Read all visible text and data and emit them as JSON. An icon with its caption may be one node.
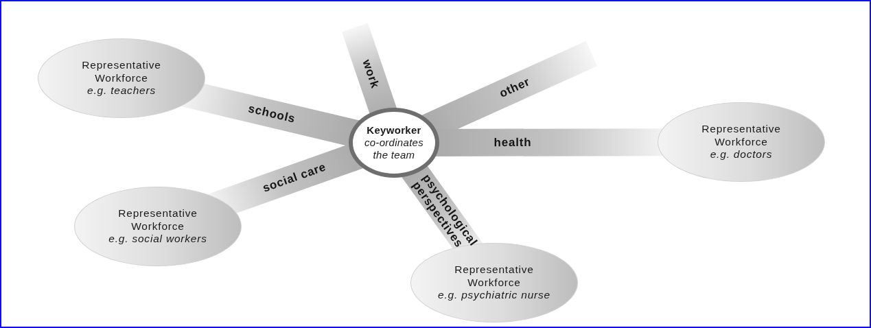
{
  "diagram": {
    "nodes": [
      {
        "text": [
          "Representative Workforce",
          "e.g. teachers"
        ]
      },
      {
        "text": [
          "Keyworker",
          "co-ordinates the team"
        ]
      },
      {
        "text": [
          "Representative Workforce",
          "e.g. doctors"
        ]
      },
      {
        "text": [
          "Representative Workforce",
          "e.g. social workers"
        ]
      },
      {
        "text": [
          "Representative Workforce",
          "e.g. psychiatric nurse"
        ]
      }
    ],
    "edges": [
      {
        "from": 1,
        "to": 0,
        "arrow": "none",
        "label": "schools"
      },
      {
        "from": 1,
        "to": null,
        "arrow": "none",
        "label": "work"
      },
      {
        "from": 1,
        "to": null,
        "arrow": "none",
        "label": "other"
      },
      {
        "from": 1,
        "to": 2,
        "arrow": "none",
        "label": "health"
      },
      {
        "from": 1,
        "to": 3,
        "arrow": "none",
        "label": "social care"
      },
      {
        "from": 1,
        "to": 4,
        "arrow": "none",
        "label": "psychological perspectives"
      }
    ]
  }
}
